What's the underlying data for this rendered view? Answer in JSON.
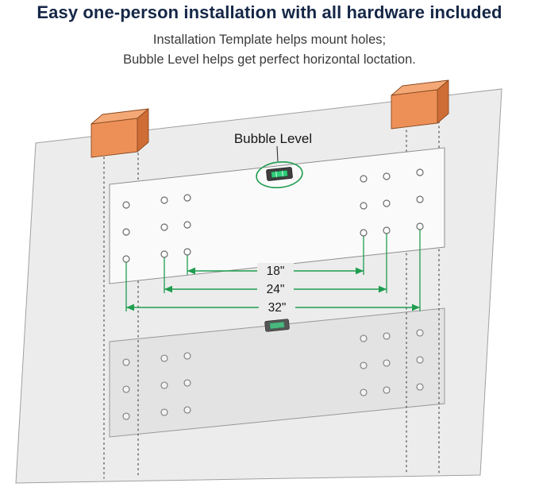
{
  "header": {
    "title": "Easy one-person installation with all hardware included",
    "subtitle_line1": "Installation Template helps mount holes;",
    "subtitle_line2": "Bubble Level helps get perfect horizontal loctation."
  },
  "diagram": {
    "bubble_level_label": "Bubble Level",
    "dimensions": {
      "width_18": "18\"",
      "width_24": "24\"",
      "width_32": "32\""
    },
    "colors": {
      "title_navy": "#152747",
      "accent_green": "#1f9d4f",
      "stud_orange": "#ed9058",
      "wall_gray": "#ececec"
    }
  }
}
